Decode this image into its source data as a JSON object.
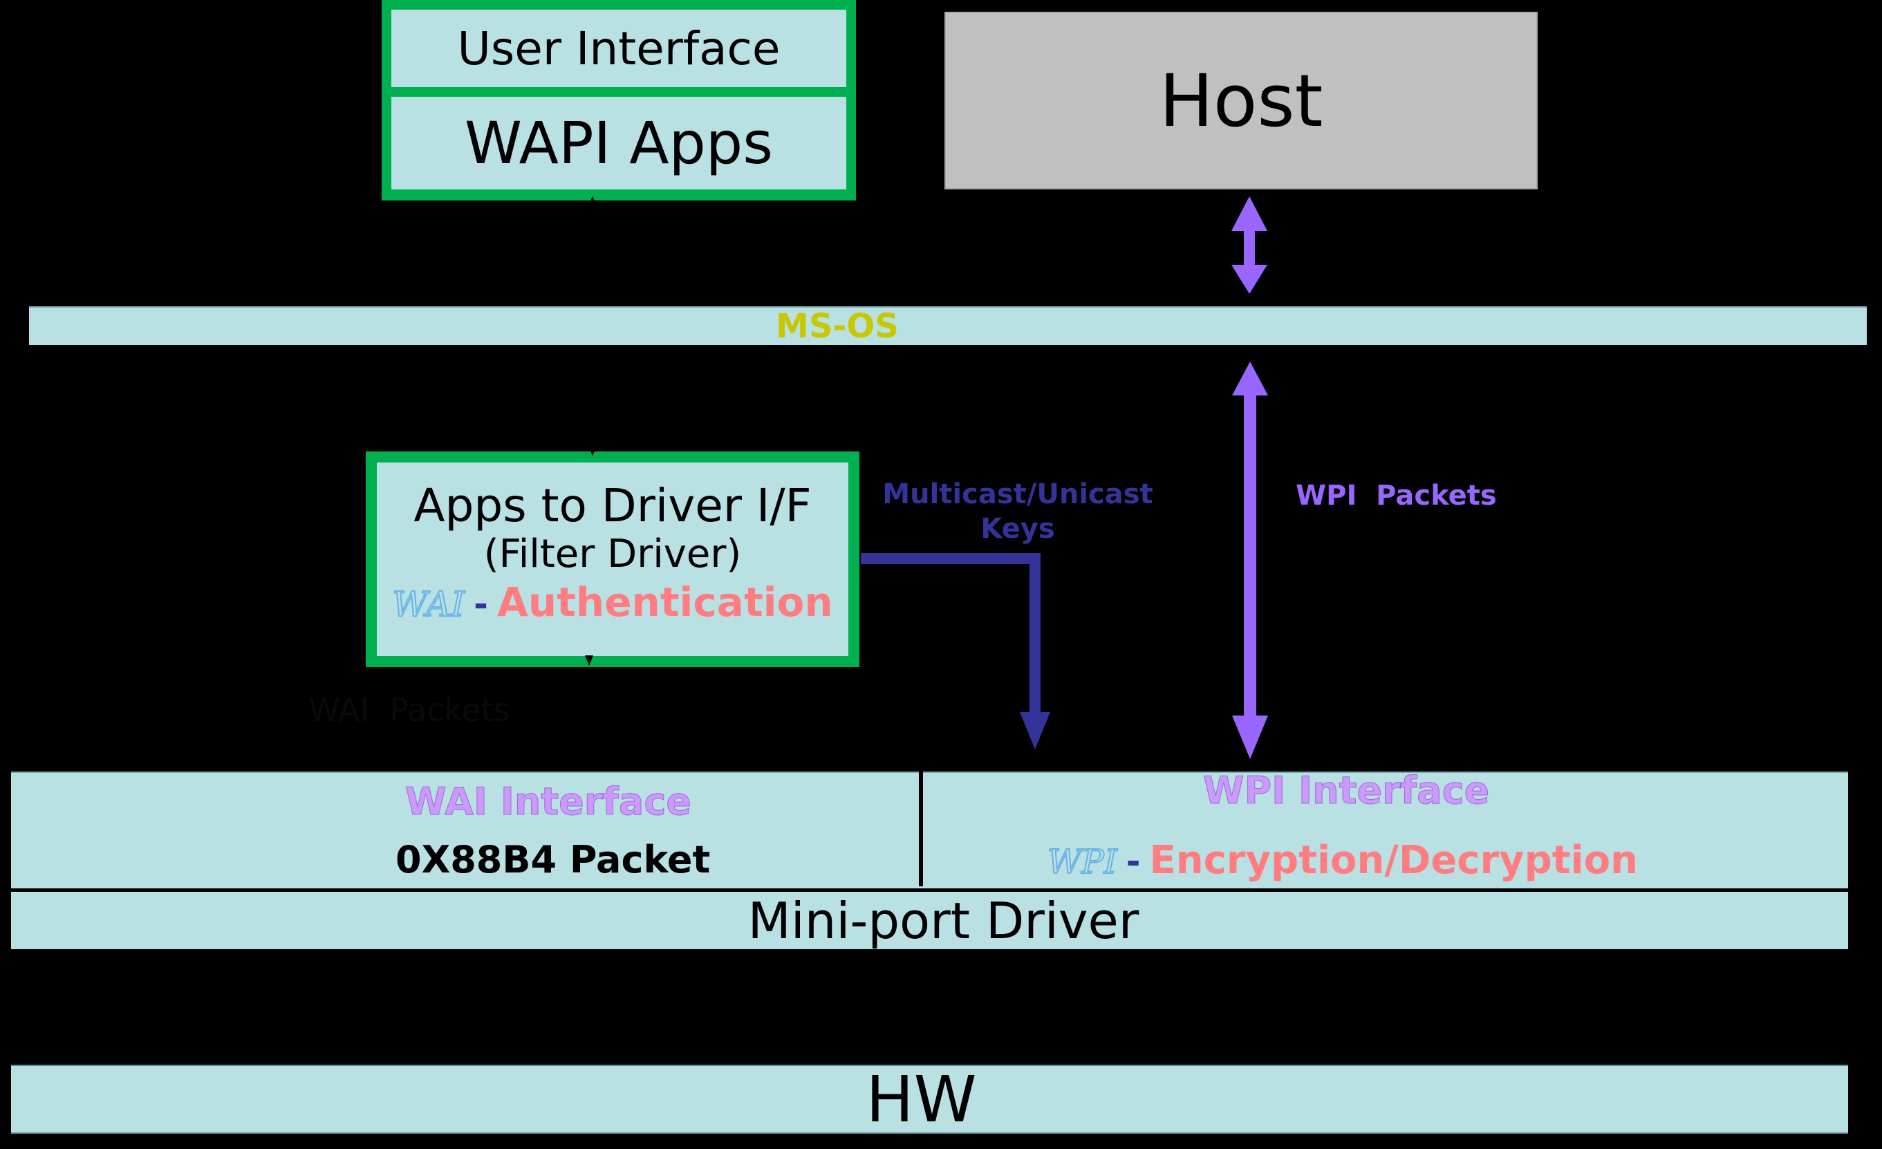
{
  "colors": {
    "background": "#000000",
    "box_fill": "#b9e0e3",
    "app_frame": "#00b050",
    "host_fill": "#c0c0c0",
    "msos_text": "#c8c800",
    "interface_title": "#cc99ff",
    "accent_red": "#ff7c80",
    "wai_italic": "#66b3e6",
    "keys_arrow": "#333399",
    "wpi_arrow": "#9966ff"
  },
  "app_stack": {
    "user_interface": "User Interface",
    "wapi_apps": "WAPI Apps"
  },
  "host": {
    "label": "Host"
  },
  "msos": {
    "label": "MS-OS"
  },
  "filter_driver": {
    "title": "Apps to Driver I/F",
    "subtitle": "(Filter Driver)",
    "wai_tag": "WAI",
    "dash": "-",
    "function": "Authentication"
  },
  "labels": {
    "keys_line1": "Multicast/Unicast",
    "keys_line2": "Keys",
    "wpi_packets": "WPI  Packets",
    "wai_packets": "WAI  Packets"
  },
  "wai_interface": {
    "title": "WAI Interface",
    "packet": "0X88B4 Packet"
  },
  "wpi_interface": {
    "title": "WPI Interface",
    "wpi_tag": "WPI",
    "dash": "-",
    "function": "Encryption/Decryption"
  },
  "miniport": {
    "label": "Mini-port Driver"
  },
  "hw": {
    "label": "HW"
  }
}
